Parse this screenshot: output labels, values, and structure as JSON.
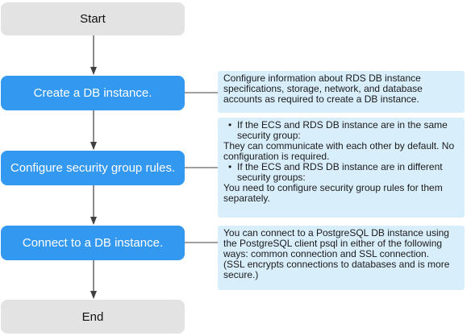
{
  "flow": {
    "start": "Start",
    "step1": "Create a DB instance.",
    "step2": "Configure security group rules.",
    "step3": "Connect to a DB instance.",
    "end": "End"
  },
  "notes": {
    "create": "Configure information about RDS DB instance specifications, storage, network, and database accounts as required to create a DB instance.",
    "security": {
      "same_group_title": "If the ECS and RDS DB instance are in the same security group:",
      "same_group_body": "They can communicate with each other by default. No configuration is required.",
      "diff_group_title": "If the ECS and RDS DB instance are in different security groups:",
      "diff_group_body": "You need to configure security group rules for them separately."
    },
    "connect": "You can connect to a PostgreSQL DB instance using the PostgreSQL client psql in either of the following ways: common connection and SSL connection.",
    "connect_extra": "(SSL encrypts connections to databases and is more secure.)"
  },
  "colors": {
    "process": "#3398f0",
    "terminal": "#e3e3e3",
    "note": "#d9eefb",
    "arrow": "#404040"
  }
}
